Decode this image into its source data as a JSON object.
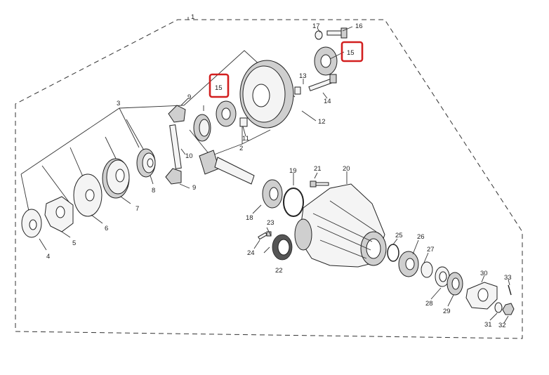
{
  "diagram": {
    "parts": [
      {
        "number": "1"
      },
      {
        "number": "2"
      },
      {
        "number": "3"
      },
      {
        "number": "4"
      },
      {
        "number": "5"
      },
      {
        "number": "6"
      },
      {
        "number": "7"
      },
      {
        "number": "8"
      },
      {
        "number": "9"
      },
      {
        "number": "9"
      },
      {
        "number": "10"
      },
      {
        "number": "11"
      },
      {
        "number": "12"
      },
      {
        "number": "13"
      },
      {
        "number": "14"
      },
      {
        "number": "15"
      },
      {
        "number": "15"
      },
      {
        "number": "16"
      },
      {
        "number": "17"
      },
      {
        "number": "18"
      },
      {
        "number": "19"
      },
      {
        "number": "20"
      },
      {
        "number": "21"
      },
      {
        "number": "22"
      },
      {
        "number": "23"
      },
      {
        "number": "24"
      },
      {
        "number": "25"
      },
      {
        "number": "26"
      },
      {
        "number": "27"
      },
      {
        "number": "28"
      },
      {
        "number": "29"
      },
      {
        "number": "30"
      },
      {
        "number": "31"
      },
      {
        "number": "32"
      },
      {
        "number": "33"
      }
    ],
    "highlight_color": "#d21f1f",
    "highlighted_part": "15"
  }
}
